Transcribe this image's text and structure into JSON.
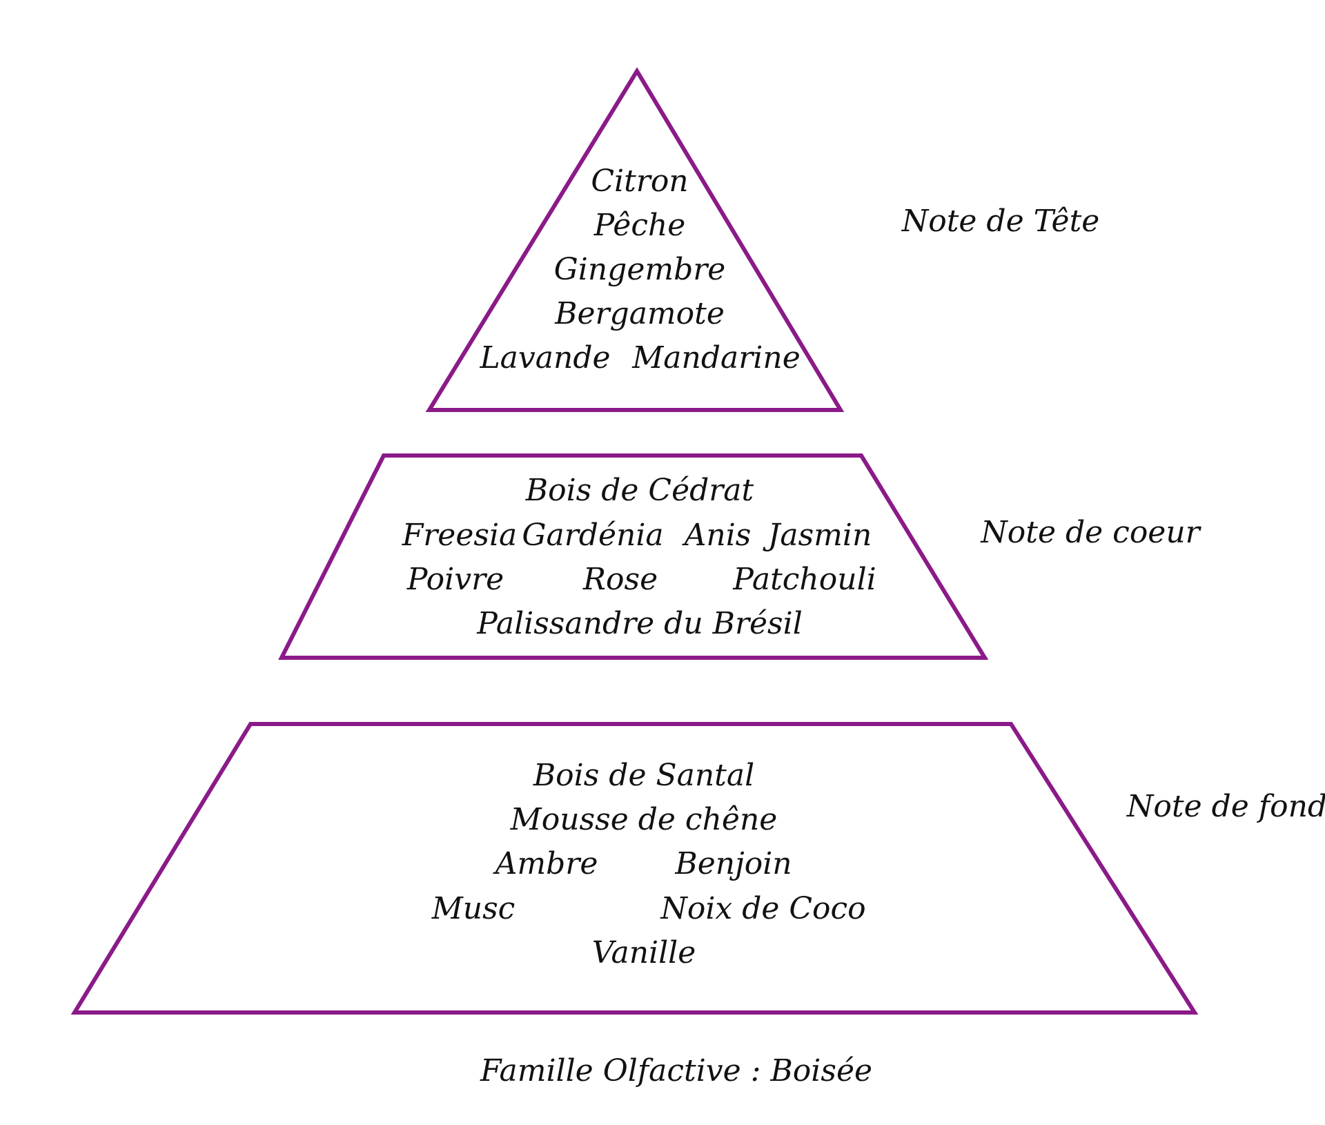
{
  "colors": {
    "outline": "#8B1A89",
    "text": "#111111",
    "background": "#FFFFFF"
  },
  "top": {
    "label": "Note de Tête",
    "notes": [
      "Citron",
      "Pêche",
      "Gingembre",
      "Bergamote",
      "Lavande",
      "Mandarine"
    ]
  },
  "heart": {
    "label": "Note de coeur",
    "notes": [
      "Bois de Cédrat",
      "Freesia",
      "Gardénia",
      "Anis",
      "Jasmin",
      "Poivre",
      "Rose",
      "Patchouli",
      "Palissandre du Brésil"
    ]
  },
  "base": {
    "label": "Note de fond",
    "notes": [
      "Bois de Santal",
      "Mousse de chêne",
      "Ambre",
      "Benjoin",
      "Musc",
      "Noix de Coco",
      "Vanille"
    ]
  },
  "family": "Famille Olfactive : Boisée"
}
